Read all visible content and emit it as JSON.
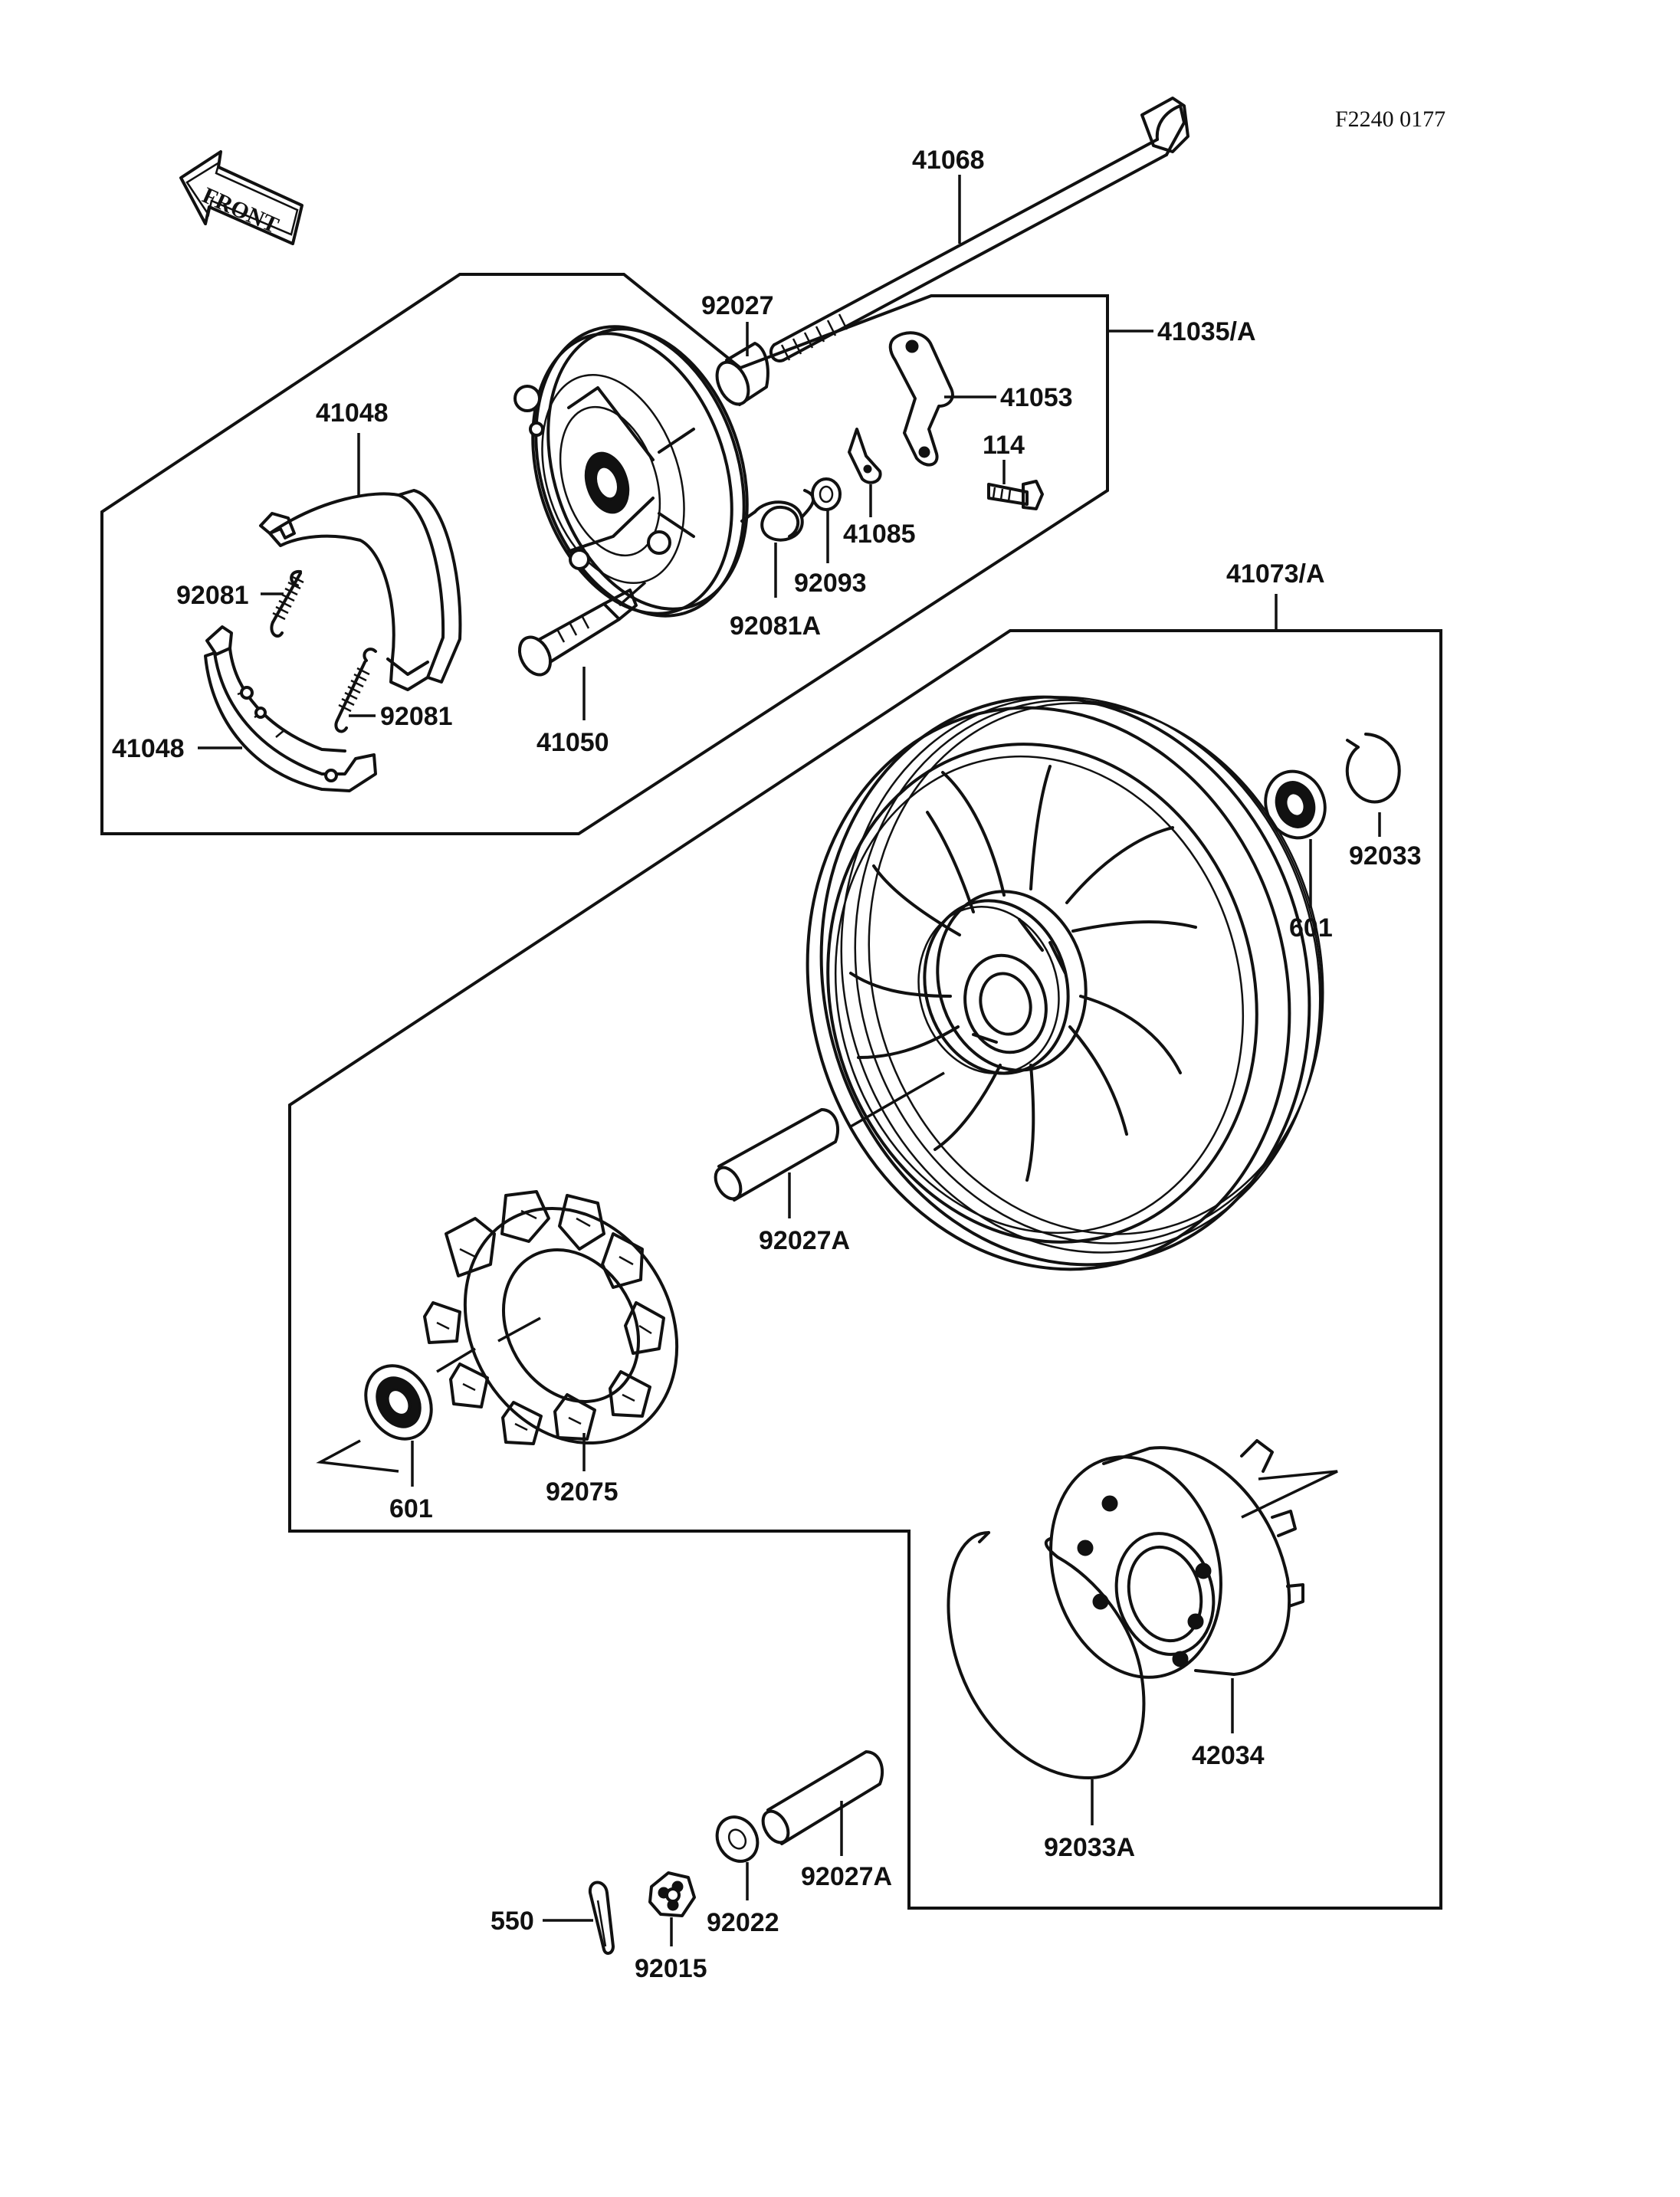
{
  "diagram_code": "F2240 0177",
  "front_label": "FRONT",
  "parts": {
    "p41068": "41068",
    "p92027": "92027",
    "p41035A": "41035/A",
    "p41053": "41053",
    "p114": "114",
    "p41085": "41085",
    "p92093": "92093",
    "p92081A": "92081A",
    "p41048_top": "41048",
    "p92081_a": "92081",
    "p92081_b": "92081",
    "p41048_bottom": "41048",
    "p41050": "41050",
    "p41073A": "41073/A",
    "p92033": "92033",
    "p601_right": "601",
    "p92027A_mid": "92027A",
    "p601_left": "601",
    "p92075": "92075",
    "p42034": "42034",
    "p92033A": "92033A",
    "p92027A_bottom": "92027A",
    "p92022": "92022",
    "p550": "550",
    "p92015": "92015"
  }
}
